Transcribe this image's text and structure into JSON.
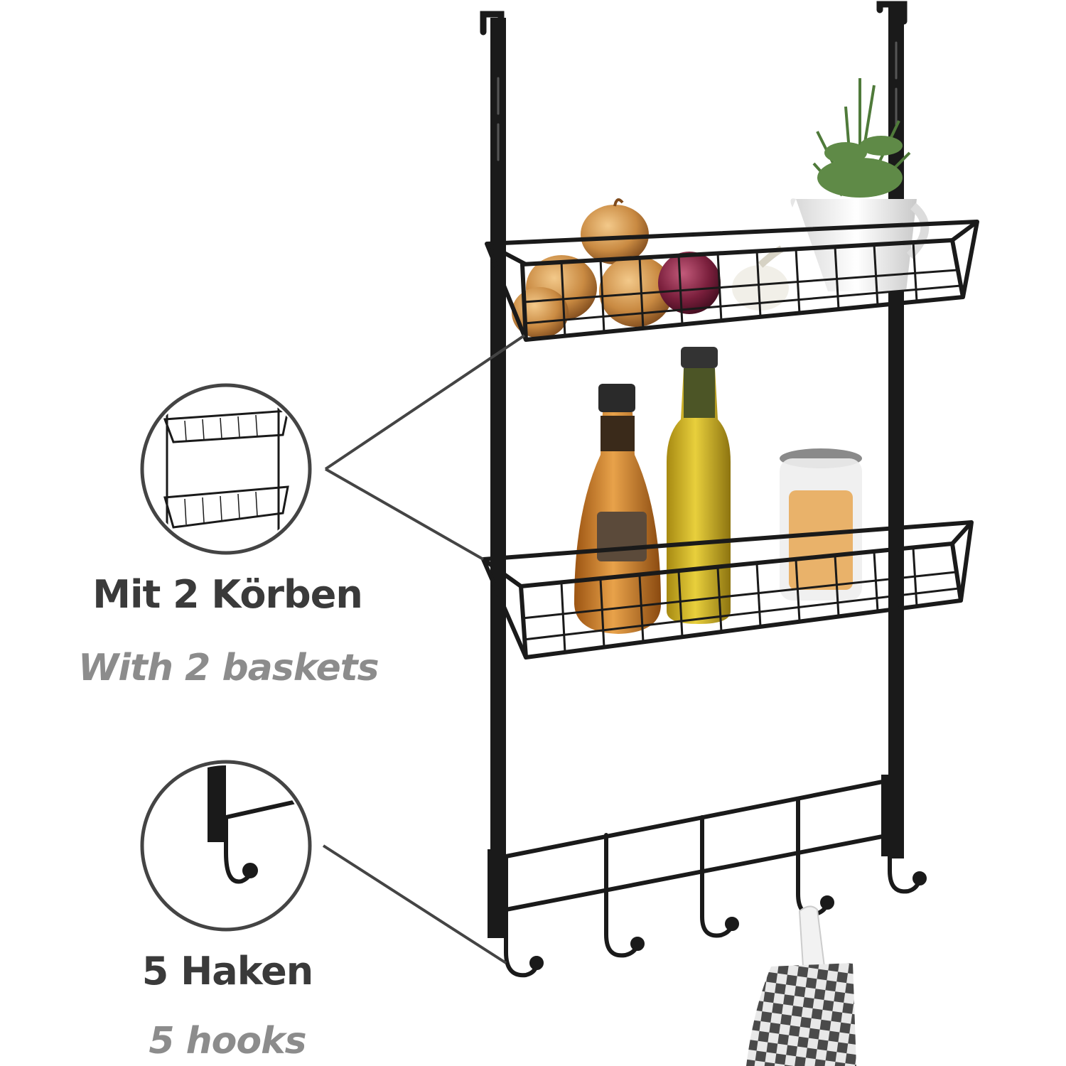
{
  "feature_baskets": {
    "label_de": "Mit 2 Körben",
    "label_en": "With 2 baskets"
  },
  "feature_hooks": {
    "label_de": "5 Haken",
    "label_en": "5 hooks"
  },
  "colors": {
    "frame": "#1a1a1a",
    "callout_ring": "#444444",
    "text_primary": "#3a3a3a",
    "text_secondary": "#8c8c8c"
  }
}
